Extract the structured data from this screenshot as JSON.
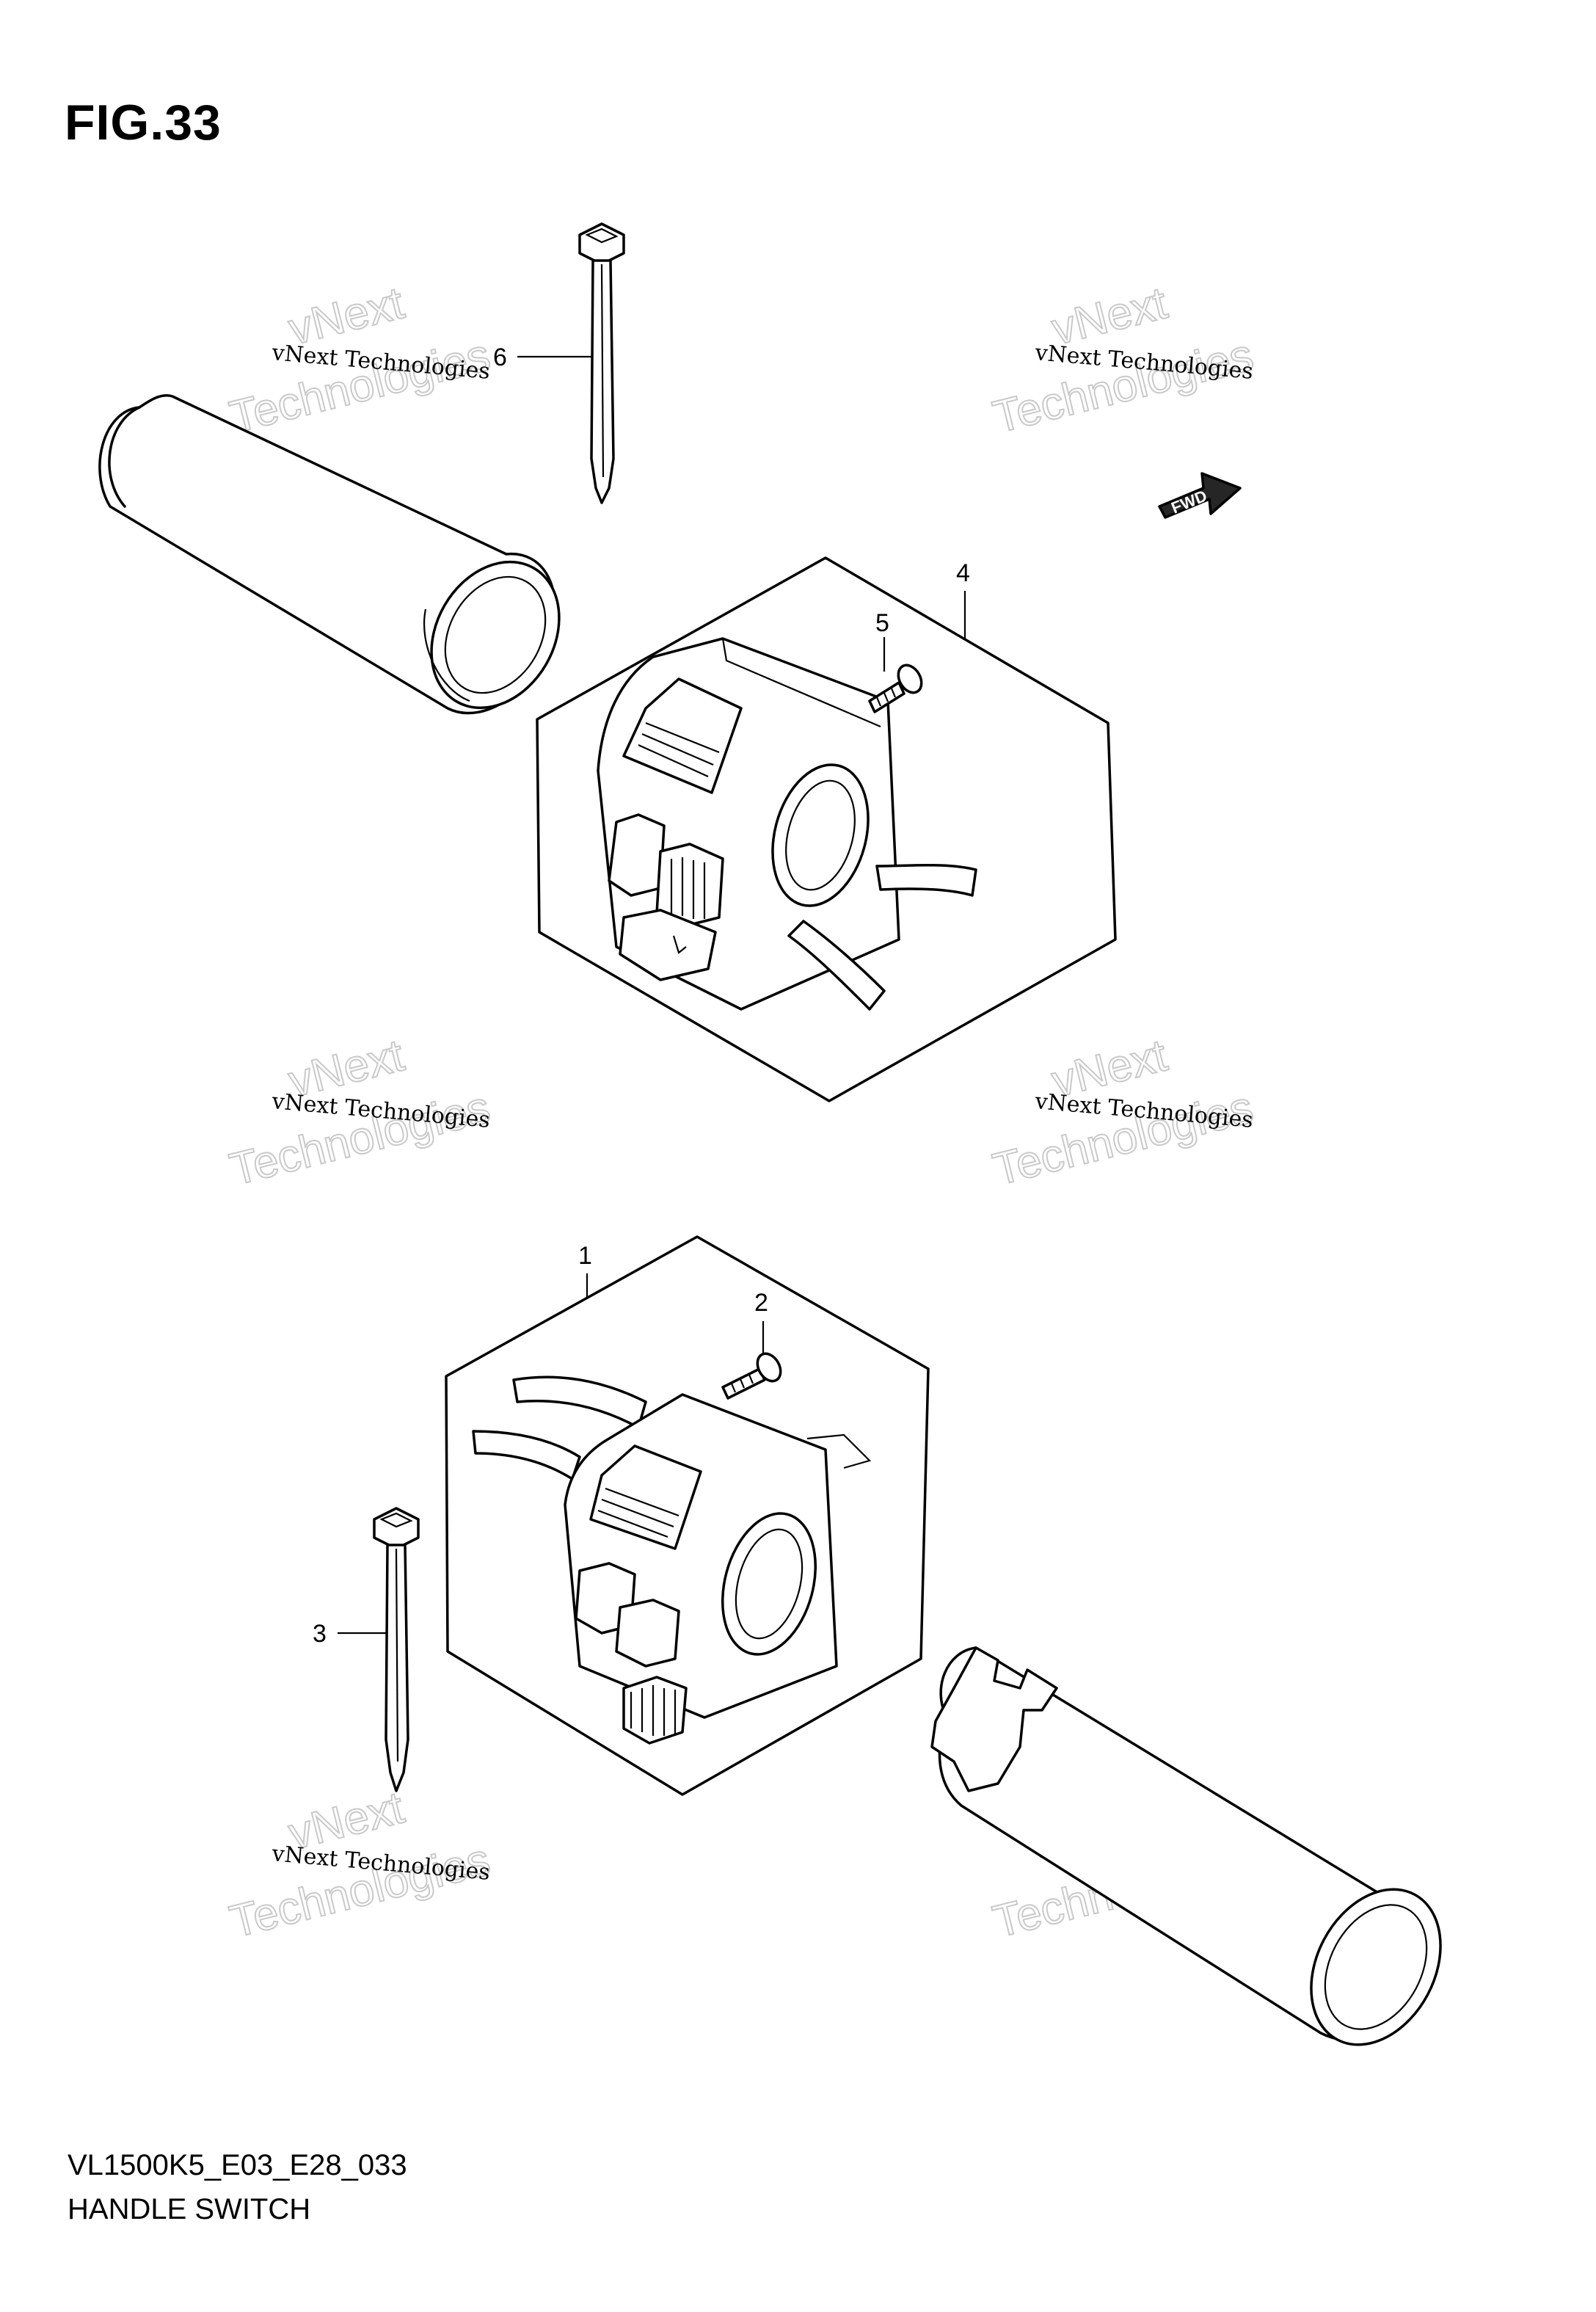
{
  "figure": {
    "title": "FIG.33",
    "model_code": "VL1500K5_E03_E28_033",
    "name": "HANDLE SWITCH"
  },
  "direction_marker": "FWD",
  "callouts": [
    {
      "id": "1",
      "label": "1"
    },
    {
      "id": "2",
      "label": "2"
    },
    {
      "id": "3",
      "label": "3"
    },
    {
      "id": "4",
      "label": "4"
    },
    {
      "id": "5",
      "label": "5"
    },
    {
      "id": "6",
      "label": "6"
    }
  ],
  "watermark": {
    "line": "vNext Technologies",
    "top": "vNext",
    "bottom": "Technologies"
  },
  "colors": {
    "line": "#000000",
    "background": "#ffffff",
    "watermark_outline": "#c9c9c9"
  }
}
